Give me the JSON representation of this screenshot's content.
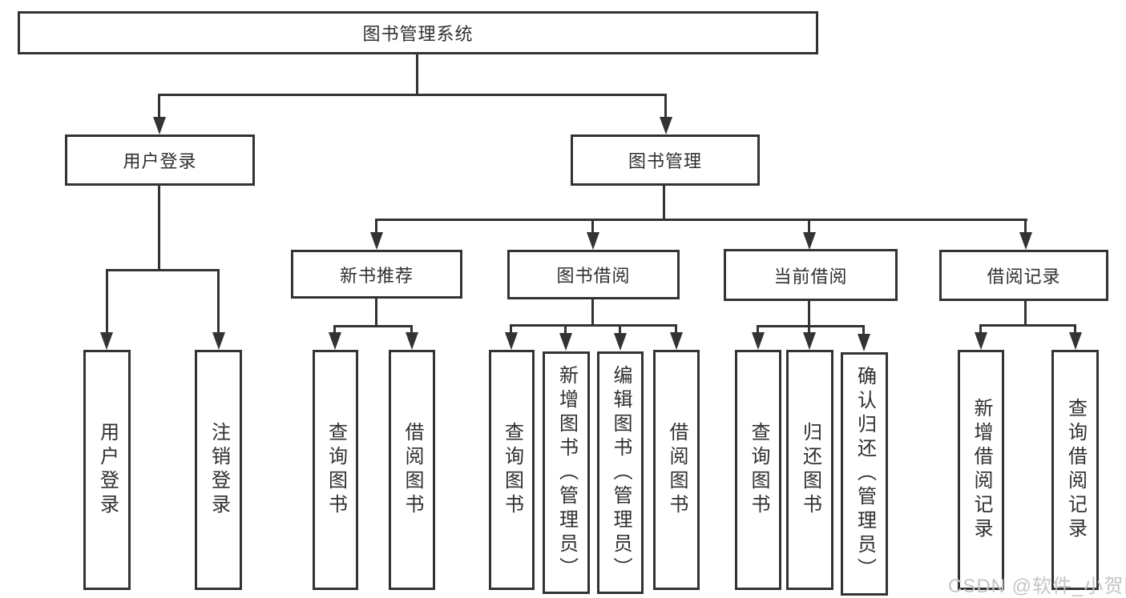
{
  "diagram_type": "hierarchy-tree",
  "tree": {
    "root": {
      "label": "图书管理系统"
    },
    "level2": [
      {
        "label": "用户登录"
      },
      {
        "label": "图书管理"
      }
    ],
    "level3": [
      {
        "label": "新书推荐",
        "parent": "图书管理"
      },
      {
        "label": "图书借阅",
        "parent": "图书管理"
      },
      {
        "label": "当前借阅",
        "parent": "图书管理"
      },
      {
        "label": "借阅记录",
        "parent": "图书管理"
      }
    ],
    "leaves": [
      {
        "label": "用户登录",
        "parent": "用户登录"
      },
      {
        "label": "注销登录",
        "parent": "用户登录"
      },
      {
        "label": "查询图书",
        "parent": "新书推荐"
      },
      {
        "label": "借阅图书",
        "parent": "新书推荐"
      },
      {
        "label": "查询图书",
        "parent": "图书借阅"
      },
      {
        "label": "新增图书（管理员）",
        "parent": "图书借阅"
      },
      {
        "label": "编辑图书（管理员）",
        "parent": "图书借阅"
      },
      {
        "label": "借阅图书",
        "parent": "图书借阅"
      },
      {
        "label": "查询图书",
        "parent": "当前借阅"
      },
      {
        "label": "归还图书",
        "parent": "当前借阅"
      },
      {
        "label": "确认归还（管理员）",
        "parent": "当前借阅"
      },
      {
        "label": "新增借阅记录",
        "parent": "借阅记录"
      },
      {
        "label": "查询借阅记录",
        "parent": "借阅记录"
      }
    ]
  },
  "watermark": {
    "text": "CSDN @软件_小贺同学"
  },
  "colors": {
    "line": "#333333",
    "text": "#2f2f2f",
    "background": "#ffffff",
    "watermark": "#c5c5c5"
  }
}
